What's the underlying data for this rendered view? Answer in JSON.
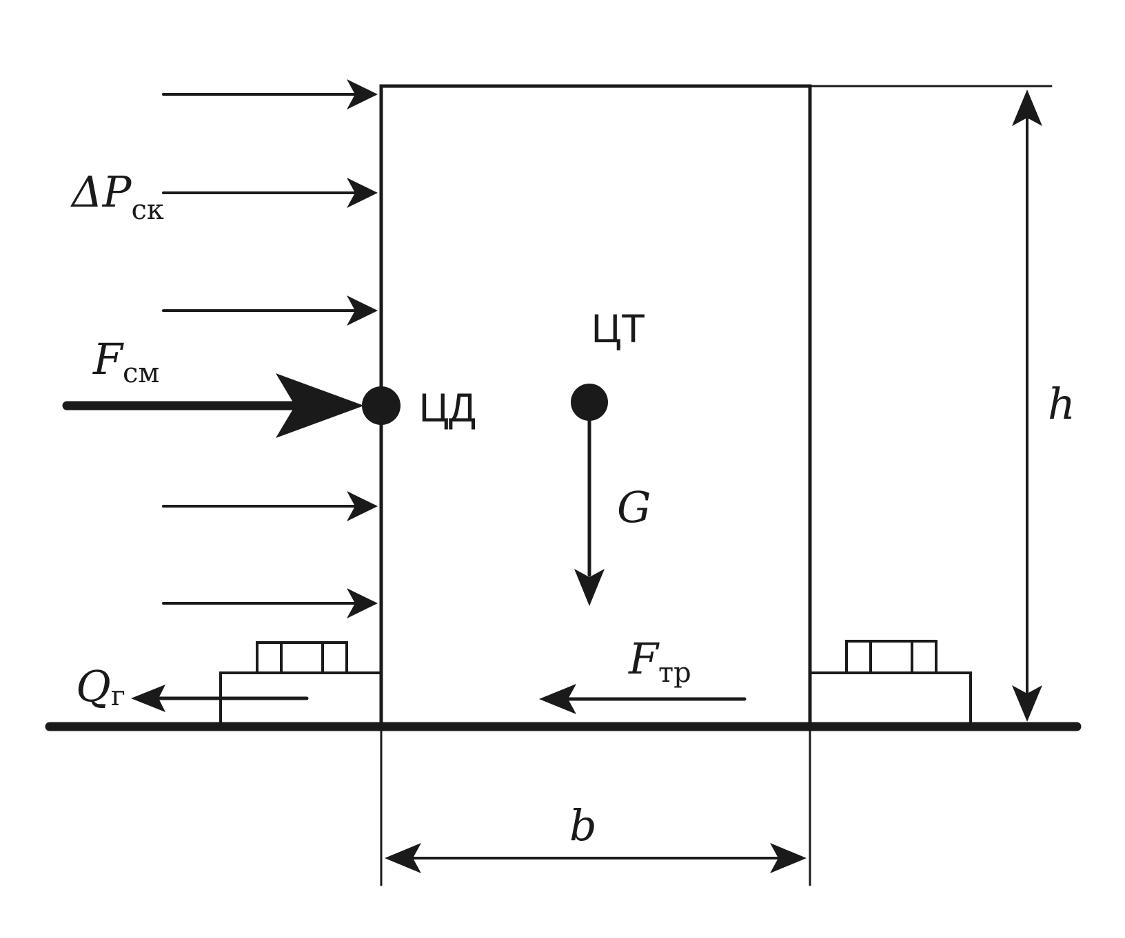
{
  "diagram": {
    "labels": {
      "dp_main": "ΔP",
      "dp_sub": "ск",
      "fsm_main": "F",
      "fsm_sub": "см",
      "center_pressure": "ЦД",
      "center_gravity": "ЦТ",
      "gravity": "G",
      "ftr_main": "F",
      "ftr_sub": "тр",
      "q_main": "Q",
      "q_sub": "г",
      "height": "h",
      "width": "b"
    }
  }
}
